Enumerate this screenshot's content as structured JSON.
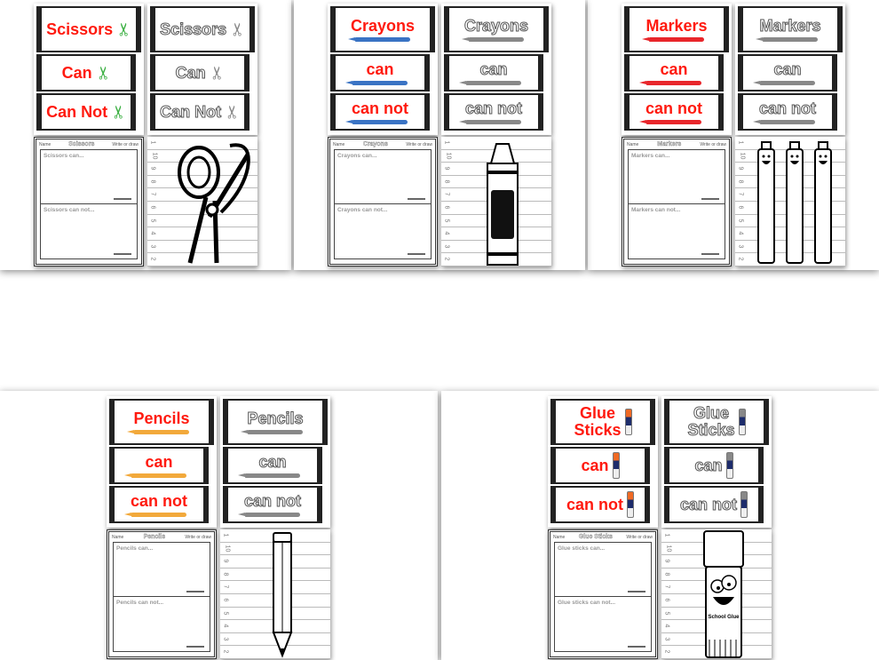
{
  "worksheet": {
    "name_label": "Name",
    "instruction": "Write or draw"
  },
  "strip_numbers": [
    "1",
    "10",
    "9",
    "8",
    "7",
    "6",
    "5",
    "4",
    "3",
    "2"
  ],
  "panels": [
    {
      "id": "scissors",
      "title": "Scissors",
      "can": "Can",
      "cannot": "Can Not",
      "ws_title": "Scissors",
      "ws_can": "Scissors can...",
      "ws_cannot": "Scissors can not...",
      "icon": "scissors-icon",
      "item_color": "#3cb043",
      "item_shape": "scissors"
    },
    {
      "id": "markers",
      "title": "Markers",
      "can": "can",
      "cannot": "can not",
      "ws_title": "Markers",
      "ws_can": "Markers can...",
      "ws_cannot": "Markers can not...",
      "icon": "marker-icon",
      "item_color": "#e8262b",
      "item_shape": "bar"
    },
    {
      "id": "crayons",
      "title": "Crayons",
      "can": "can",
      "cannot": "can not",
      "ws_title": "Crayons",
      "ws_can": "Crayons can...",
      "ws_cannot": "Crayons can not...",
      "icon": "crayon-icon",
      "item_color": "#3a73c4",
      "item_shape": "bar"
    },
    {
      "id": "pencils",
      "title": "Pencils",
      "can": "can",
      "cannot": "can not",
      "ws_title": "Pencils",
      "ws_can": "Pencils can...",
      "ws_cannot": "Pencils can not...",
      "icon": "pencil-icon",
      "item_color": "#f2a93b",
      "item_shape": "bar"
    },
    {
      "id": "gluesticks",
      "title": "Glue\nSticks",
      "can": "can",
      "cannot": "can not",
      "ws_title": "Glue Sticks",
      "ws_can": "Glue sticks can...",
      "ws_cannot": "Glue sticks can not...",
      "icon": "glue-stick-icon",
      "item_color": "#f06a24",
      "item_shape": "stick",
      "picture_label": "School Glue"
    }
  ],
  "colors": {
    "label_red": "#ff1a0f",
    "outline_gray": "#555555"
  }
}
